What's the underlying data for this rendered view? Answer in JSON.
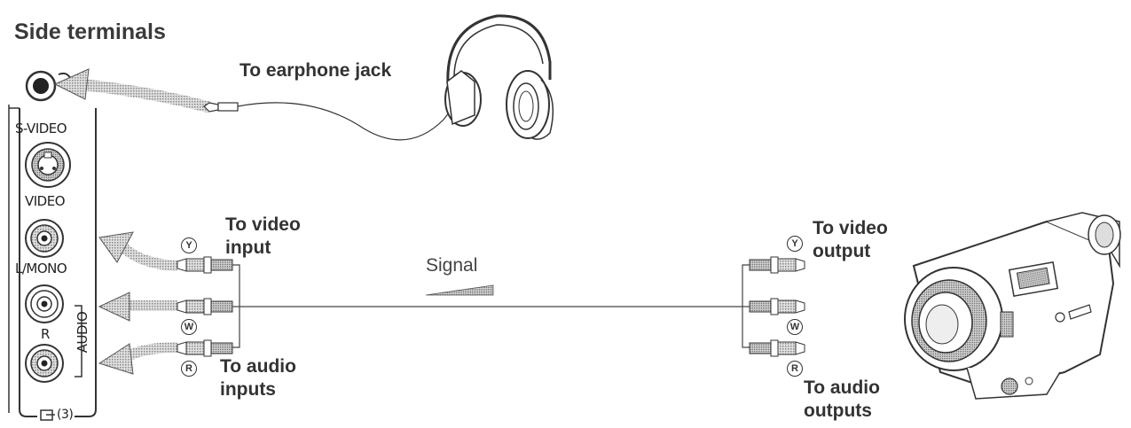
{
  "title": "Side terminals",
  "panel": {
    "svideo_label": "S-VIDEO",
    "video_label": "VIDEO",
    "lmono_label": "L/MONO",
    "r_label": "R",
    "audio_label": "AUDIO",
    "footer_label": "(3)"
  },
  "labels": {
    "earphone": "To earphone jack",
    "video_input_1": "To video",
    "video_input_2": "input",
    "audio_inputs_1": "To audio",
    "audio_inputs_2": "inputs",
    "signal": "Signal",
    "video_output_1": "To video",
    "video_output_2": "output",
    "audio_outputs_1": "To audio",
    "audio_outputs_2": "outputs"
  },
  "plug_tags": {
    "y": "Y",
    "w": "W",
    "r": "R"
  },
  "colors": {
    "line": "#333333",
    "arrow": "#555555",
    "fill_grey": "#bdbdbd"
  }
}
